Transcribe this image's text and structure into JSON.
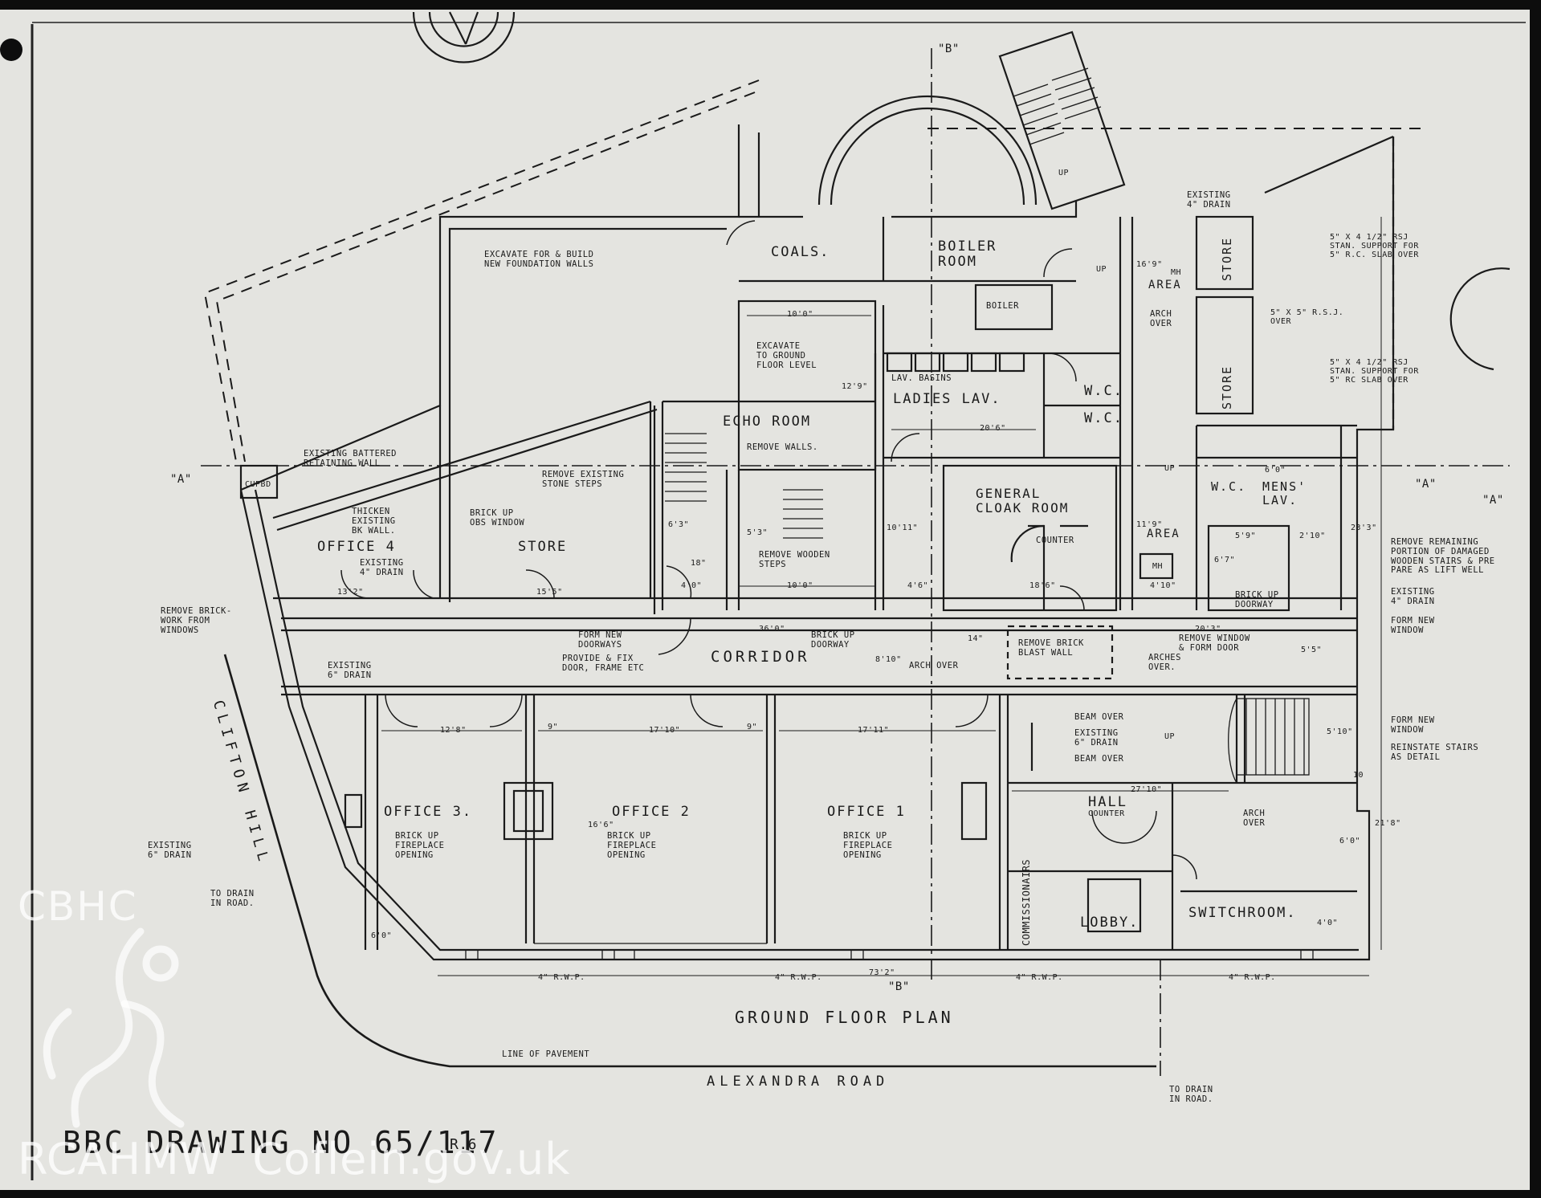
{
  "drawing": {
    "title": "GROUND FLOOR PLAN",
    "number": "BBC DRAWING No 65/117",
    "revision": "R.6",
    "street_main": "ALEXANDRA ROAD",
    "street_side": "CLIFTON HILL",
    "pavement": "LINE OF PAVEMENT",
    "section_b_top": "\"B\"",
    "section_b_bottom": "\"B\"",
    "section_a_left": "\"A\"",
    "section_a_right": "\"A\"",
    "section_a_far": "\"A\"",
    "overall_width": "73'2\""
  },
  "rooms": {
    "coals": "COALS.",
    "boiler_room": "BOILER\nROOM",
    "boiler": "BOILER",
    "echo_room": "ECHO ROOM",
    "ladies_lav": "LADIES LAV.",
    "lav_basins": "LAV. BASINS",
    "wc1": "W.C.",
    "wc2": "W.C.",
    "store_right_top": "STORE",
    "store_right_mid": "STORE",
    "area_top": "AREA",
    "area_mid": "AREA",
    "general_cloak_room": "GENERAL\nCLOAK ROOM",
    "counter_cloak": "COUNTER",
    "wc_mens": "W.C.",
    "mens_lav": "MENS'\nLAV.",
    "office4": "OFFICE 4",
    "store_main": "STORE",
    "cupbd": "CUPBD",
    "corridor": "CORRIDOR",
    "office3": "OFFICE 3.",
    "office2": "OFFICE 2",
    "office1": "OFFICE 1",
    "hall": "HALL",
    "counter_hall": "COUNTER",
    "commissionaires": "COMMISSIONAIRS",
    "lobby": "LOBBY.",
    "switchroom": "SWITCHROOM.",
    "mh1": "MH",
    "mh2": "MH",
    "up1": "UP",
    "up2": "UP",
    "up3": "UP",
    "up4": "UP"
  },
  "notes": {
    "excavate_build": "EXCAVATE FOR & BUILD\nNEW FOUNDATION WALLS",
    "excavate_ground": "EXCAVATE\nTO GROUND\nFLOOR LEVEL",
    "remove_walls": "REMOVE WALLS.",
    "remove_stone_steps": "REMOVE EXISTING\nSTONE STEPS",
    "remove_wooden_steps": "REMOVE WOODEN\nSTEPS",
    "battered_wall": "EXISTING BATTERED\nRETAINING WALL",
    "thicken_wall": "THICKEN\nEXISTING\nBK WALL.",
    "existing_drain_off4": "EXISTING\n4\" DRAIN",
    "brick_obs_window": "BRICK UP\nOBS WINDOW",
    "remove_brickwork": "REMOVE BRICK-\nWORK FROM\nWINDOWS",
    "existing_6_drain_corr": "EXISTING\n6\" DRAIN",
    "form_new_doorways": "FORM NEW\nDOORWAYS",
    "provide_fix_door": "PROVIDE & FIX\nDOOR, FRAME ETC",
    "brick_up_doorway": "BRICK UP\nDOORWAY",
    "arch_over_corr": "ARCH OVER",
    "remove_blast_wall": "REMOVE BRICK\nBLAST WALL",
    "arches_over": "ARCHES\nOVER.",
    "remove_window_form_door": "REMOVE WINDOW\n& FORM DOOR",
    "existing_drain_top": "EXISTING\n4\" DRAIN",
    "arch_over_area": "ARCH\nOVER",
    "rsj_1": "5\" x 4 1/2\" RSJ\nSTAN. SUPPORT FOR\n5\" R.C. SLAB OVER",
    "rsj_2": "5\" x 5\" R.S.J.\nOVER",
    "rsj_3": "5\" x 4 1/2\" RSJ\nSTAN. SUPPORT FOR\n5\" RC SLAB OVER",
    "remove_remaining": "REMOVE REMAINING\nPORTION OF DAMAGED\nWOODEN STAIRS & PRE\nPARE AS LIFT WELL",
    "existing_drain_right": "EXISTING\n4\" DRAIN",
    "form_new_window_r1": "FORM NEW\nWINDOW",
    "brick_up_doorway_r": "BRICK UP\nDOORWAY",
    "form_new_window_r2": "FORM NEW\nWINDOW",
    "reinstate_stairs": "REINSTATE STAIRS\nAS DETAIL",
    "beam_over_1": "BEAM OVER",
    "existing_6_drain_hall": "EXISTING\n6\" DRAIN",
    "beam_over_2": "BEAM OVER",
    "arch_over_hall": "ARCH\nOVER",
    "fireplace3": "BRICK UP\nFIREPLACE\nOPENING",
    "fireplace2": "BRICK UP\nFIREPLACE\nOPENING",
    "fireplace1": "BRICK UP\nFIREPLACE\nOPENING",
    "existing_6_drain_left": "EXISTING\n6\" DRAIN",
    "to_drain_left": "TO DRAIN\nIN ROAD.",
    "to_drain_bottom": "TO DRAIN\nIN ROAD.",
    "rwp1": "4\" R.W.P.",
    "rwp2": "4\" R.W.P.",
    "rwp3": "4\" R.W.P.",
    "rwp4": "4\" R.W.P."
  },
  "dimensions": {
    "d10_0_top": "10'0\"",
    "d12_9": "12'9\"",
    "d20_6": "20'6\"",
    "d10_0_echo": "10'0\"",
    "d13_2": "13'2\"",
    "d15_5": "15'5\"",
    "d6_3": "6'3\"",
    "d5_3": "5'3\"",
    "d18": "18\"",
    "d4_0": "4'0\"",
    "d10_11": "10'11\"",
    "d4_6": "4'6\"",
    "d18_6": "18'6\"",
    "d36_0": "36'0\"",
    "d8_10": "8'10\"",
    "d14": "14\"",
    "d12_8": "12'8\"",
    "d9": "9\"",
    "d17_10": "17'10\"",
    "d9b": "9\"",
    "d17_11": "17'11\"",
    "d16_6": "16'6\"",
    "d6_0": "6'0\"",
    "d27_10": "27'10\"",
    "d4_0b": "4'0\"",
    "d21_8": "21'8\"",
    "d23_3": "23'3\"",
    "d20_3": "20'3\"",
    "d5_5": "5'5\"",
    "d5_9": "5'9\"",
    "d2_10": "2'10\"",
    "d6_7": "6'7\"",
    "d6_0b": "6'0\"",
    "d16_9": "16'9\"",
    "d4_10": "4'10\"",
    "d11_9": "11'9\"",
    "d5_10": "5'10\"",
    "d10": "10",
    "d6_0c": "6'0\""
  },
  "watermarks": {
    "cbhc": "CBHC",
    "site": "RCAHMW  Coflein.gov.uk"
  }
}
